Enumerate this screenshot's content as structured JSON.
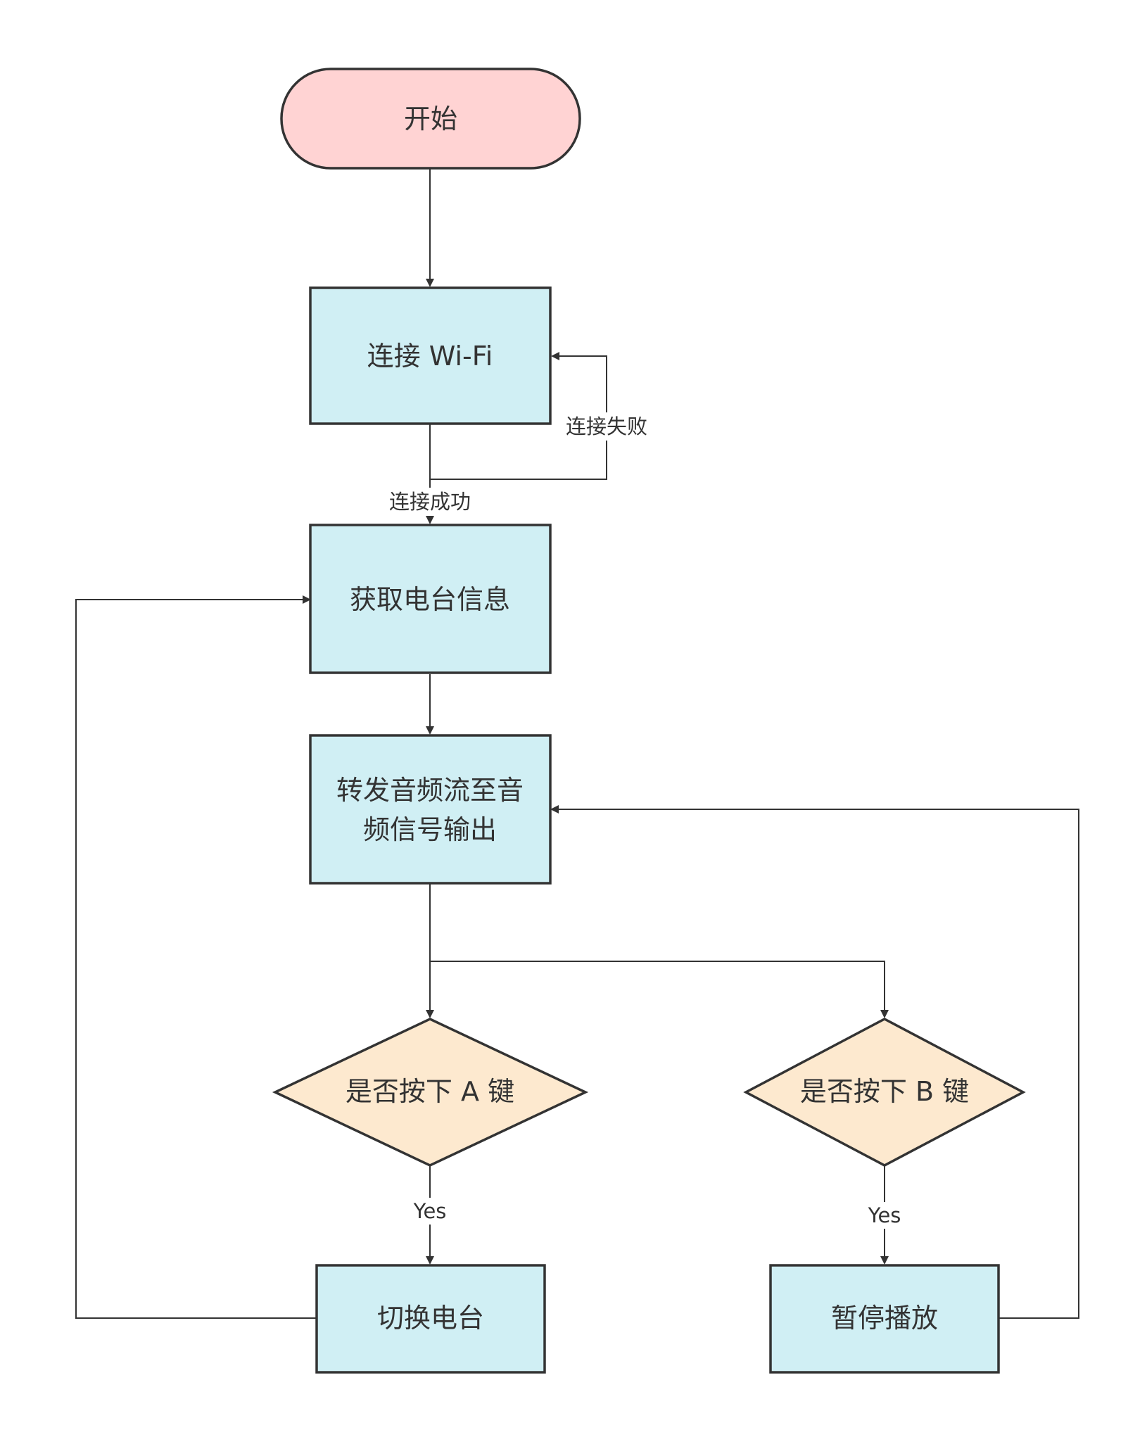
{
  "colors": {
    "terminal_fill": "#ffd3d3",
    "process_fill": "#d0eff4",
    "decision_fill": "#fde9cf",
    "stroke": "#333333",
    "background": "#ffffff"
  },
  "nodes": {
    "start": {
      "label": "开始",
      "shape": "terminal"
    },
    "connect_wifi": {
      "label": "连接 Wi-Fi",
      "shape": "process"
    },
    "get_station_info": {
      "label": "获取电台信息",
      "shape": "process"
    },
    "forward_audio": {
      "label_line1": "转发音频流至音",
      "label_line2": "频信号输出",
      "shape": "process"
    },
    "decision_a": {
      "label": "是否按下 A 键",
      "shape": "decision"
    },
    "decision_b": {
      "label": "是否按下 B 键",
      "shape": "decision"
    },
    "switch_station": {
      "label": "切换电台",
      "shape": "process"
    },
    "pause_playback": {
      "label": "暂停播放",
      "shape": "process"
    }
  },
  "edges": {
    "connect_fail": {
      "label": "连接失败"
    },
    "connect_success": {
      "label": "连接成功"
    },
    "yes_a": {
      "label": "Yes"
    },
    "yes_b": {
      "label": "Yes"
    }
  }
}
